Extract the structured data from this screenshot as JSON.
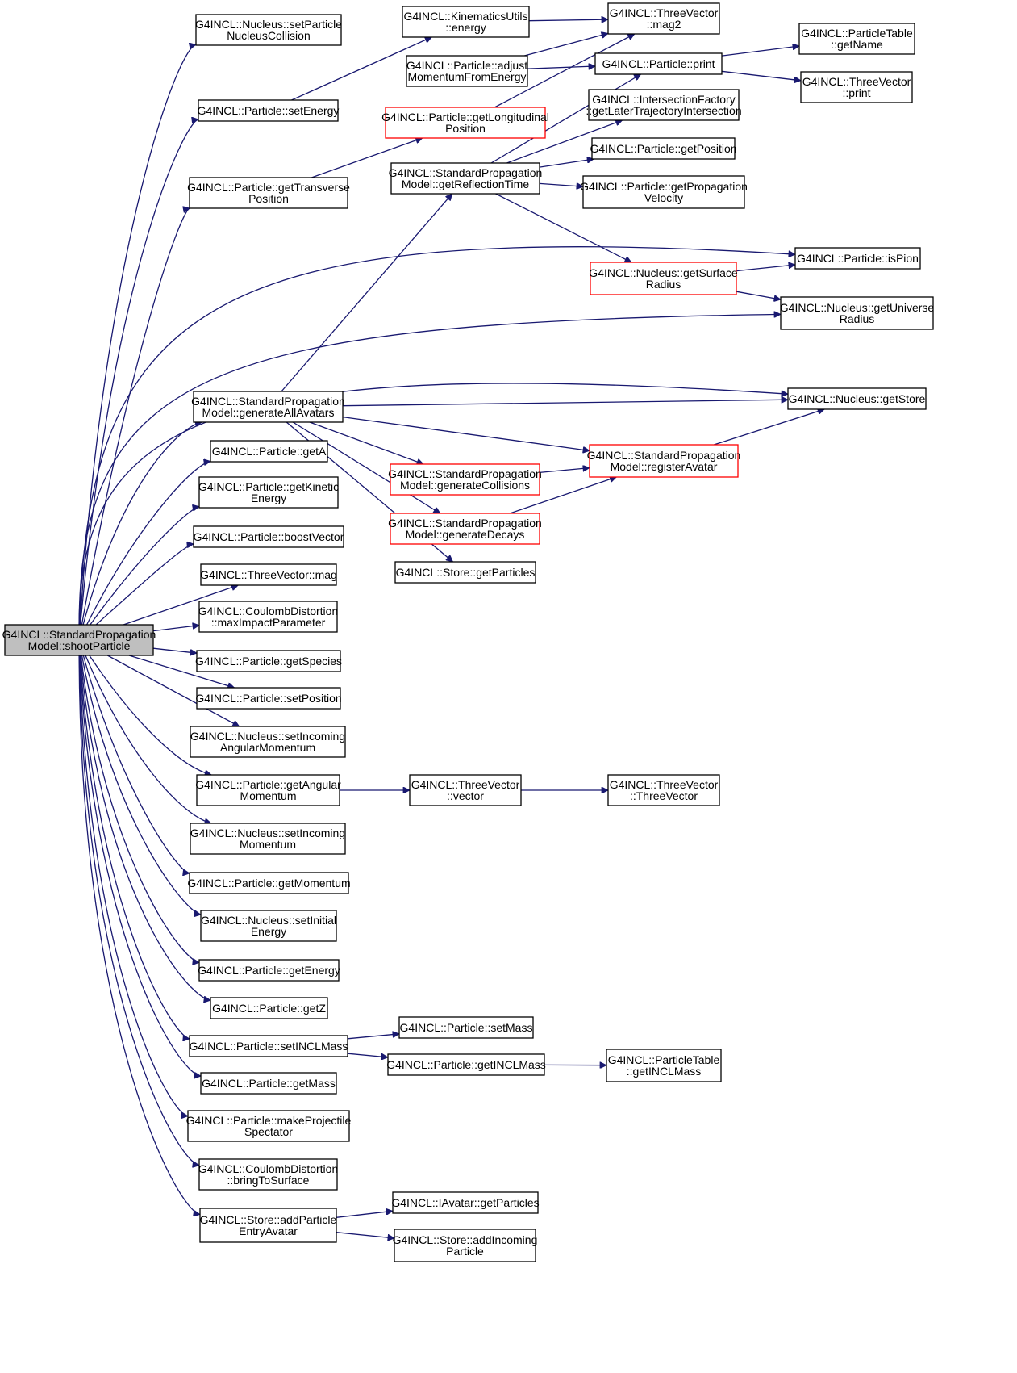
{
  "diagram": {
    "colors": {
      "edge": "#191970",
      "root_fill": "#bfbfbf",
      "highlight_border": "#ff0000",
      "node_border": "#000000"
    },
    "nodes": {
      "root": [
        "G4INCL::StandardPropagation",
        "Model::shootParticle"
      ],
      "n_setParticleNucleusCollision": [
        "G4INCL::Nucleus::setParticle",
        "NucleusCollision"
      ],
      "n_setEnergy": [
        "G4INCL::Particle::setEnergy"
      ],
      "n_getTransversePosition": [
        "G4INCL::Particle::getTransverse",
        "Position"
      ],
      "n_generateAllAvatars": [
        "G4INCL::StandardPropagation",
        "Model::generateAllAvatars"
      ],
      "n_getA": [
        "G4INCL::Particle::getA"
      ],
      "n_getKineticEnergy": [
        "G4INCL::Particle::getKinetic",
        "Energy"
      ],
      "n_boostVector": [
        "G4INCL::Particle::boostVector"
      ],
      "n_mag": [
        "G4INCL::ThreeVector::mag"
      ],
      "n_maxImpactParameter": [
        "G4INCL::CoulombDistortion",
        "::maxImpactParameter"
      ],
      "n_getSpecies": [
        "G4INCL::Particle::getSpecies"
      ],
      "n_setPosition": [
        "G4INCL::Particle::setPosition"
      ],
      "n_setIncomingAngularMomentum": [
        "G4INCL::Nucleus::setIncoming",
        "AngularMomentum"
      ],
      "n_getAngularMomentum": [
        "G4INCL::Particle::getAngular",
        "Momentum"
      ],
      "n_setIncomingMomentum": [
        "G4INCL::Nucleus::setIncoming",
        "Momentum"
      ],
      "n_getMomentum": [
        "G4INCL::Particle::getMomentum"
      ],
      "n_setInitialEnergy": [
        "G4INCL::Nucleus::setInitial",
        "Energy"
      ],
      "n_getEnergy": [
        "G4INCL::Particle::getEnergy"
      ],
      "n_getZ": [
        "G4INCL::Particle::getZ"
      ],
      "n_setINCLMass": [
        "G4INCL::Particle::setINCLMass"
      ],
      "n_getMass": [
        "G4INCL::Particle::getMass"
      ],
      "n_makeProjectileSpectator": [
        "G4INCL::Particle::makeProjectile",
        "Spectator"
      ],
      "n_bringToSurface": [
        "G4INCL::CoulombDistortion",
        "::bringToSurface"
      ],
      "n_addParticleEntryAvatar": [
        "G4INCL::Store::addParticle",
        "EntryAvatar"
      ],
      "n_kinEnergy": [
        "G4INCL::KinematicsUtils",
        "::energy"
      ],
      "n_adjustMomentum": [
        "G4INCL::Particle::adjust",
        "MomentumFromEnergy"
      ],
      "n_getLongitudinalPosition": [
        "G4INCL::Particle::getLongitudinal",
        "Position"
      ],
      "n_getReflectionTime": [
        "G4INCL::StandardPropagation",
        "Model::getReflectionTime"
      ],
      "n_generateCollisions": [
        "G4INCL::StandardPropagation",
        "Model::generateCollisions"
      ],
      "n_generateDecays": [
        "G4INCL::StandardPropagation",
        "Model::generateDecays"
      ],
      "n_storeGetParticles": [
        "G4INCL::Store::getParticles"
      ],
      "n_tvVector": [
        "G4INCL::ThreeVector",
        "::vector"
      ],
      "n_setMass": [
        "G4INCL::Particle::setMass"
      ],
      "n_getINCLMass": [
        "G4INCL::Particle::getINCLMass"
      ],
      "n_avatarGetParticles": [
        "G4INCL::IAvatar::getParticles"
      ],
      "n_addIncomingParticle": [
        "G4INCL::Store::addIncoming",
        "Particle"
      ],
      "n_mag2": [
        "G4INCL::ThreeVector",
        "::mag2"
      ],
      "n_print": [
        "G4INCL::Particle::print"
      ],
      "n_getLaterTrajectory": [
        "G4INCL::IntersectionFactory",
        "::getLaterTrajectoryIntersection"
      ],
      "n_getPosition": [
        "G4INCL::Particle::getPosition"
      ],
      "n_getPropagationVelocity": [
        "G4INCL::Particle::getPropagation",
        "Velocity"
      ],
      "n_getSurfaceRadius": [
        "G4INCL::Nucleus::getSurface",
        "Radius"
      ],
      "n_registerAvatar": [
        "G4INCL::StandardPropagation",
        "Model::registerAvatar"
      ],
      "n_tvThreeVector": [
        "G4INCL::ThreeVector",
        "::ThreeVector"
      ],
      "n_getINCLMassPT": [
        "G4INCL::ParticleTable",
        "::getINCLMass"
      ],
      "n_getName": [
        "G4INCL::ParticleTable",
        "::getName"
      ],
      "n_tvPrint": [
        "G4INCL::ThreeVector",
        "::print"
      ],
      "n_isPion": [
        "G4INCL::Particle::isPion"
      ],
      "n_getUniverseRadius": [
        "G4INCL::Nucleus::getUniverse",
        "Radius"
      ],
      "n_getStore": [
        "G4INCL::Nucleus::getStore"
      ]
    }
  }
}
